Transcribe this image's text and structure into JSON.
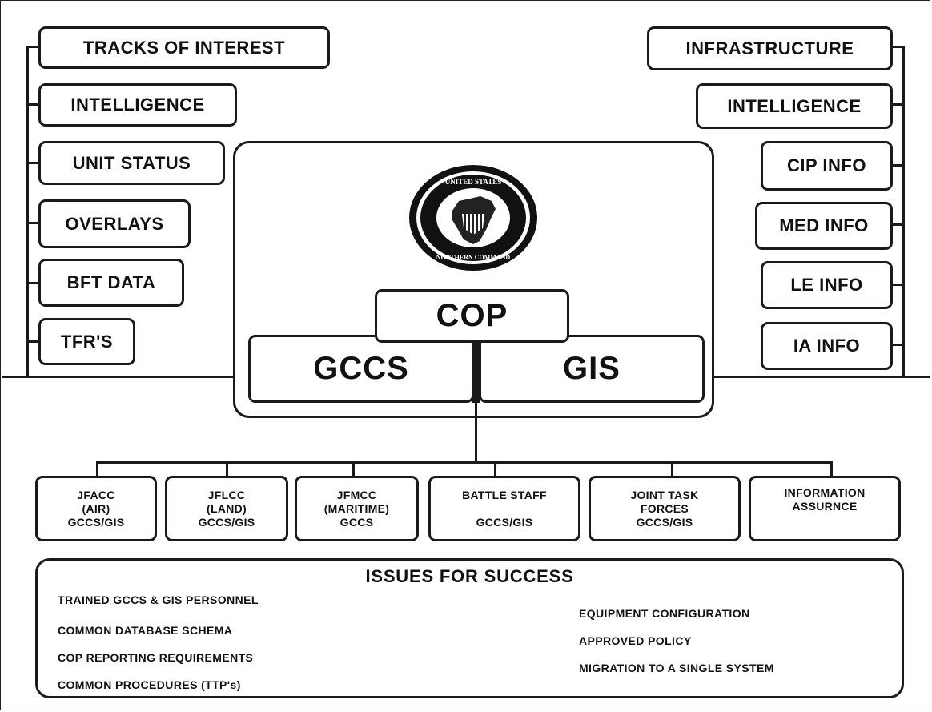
{
  "left_items": [
    "TRACKS OF INTEREST",
    "INTELLIGENCE",
    "UNIT STATUS",
    "OVERLAYS",
    "BFT DATA",
    "TFR'S"
  ],
  "right_items": [
    "INFRASTRUCTURE",
    "INTELLIGENCE",
    "CIP INFO",
    "MED INFO",
    "LE INFO",
    "IA INFO"
  ],
  "center": {
    "seal_text_top": "UNITED STATES",
    "seal_text_bottom": "NORTHERN COMMAND",
    "cop_label": "COP",
    "gccs_label": "GCCS",
    "gis_label": "GIS"
  },
  "components": [
    "JFACC\n(AIR)\nGCCS/GIS",
    "JFLCC\n(LAND)\nGCCS/GIS",
    "JFMCC\n(MARITIME)\nGCCS",
    "BATTLE STAFF\n\nGCCS/GIS",
    "JOINT TASK\nFORCES\nGCCS/GIS",
    "INFORMATION\nASSURNCE"
  ],
  "issues": {
    "title": "ISSUES FOR SUCCESS",
    "left": [
      "TRAINED GCCS & GIS PERSONNEL",
      "COMMON DATABASE SCHEMA",
      "COP REPORTING REQUIREMENTS",
      "COMMON PROCEDURES (TTP's)"
    ],
    "right": [
      "EQUIPMENT CONFIGURATION",
      "APPROVED POLICY",
      "MIGRATION TO A SINGLE SYSTEM"
    ]
  }
}
